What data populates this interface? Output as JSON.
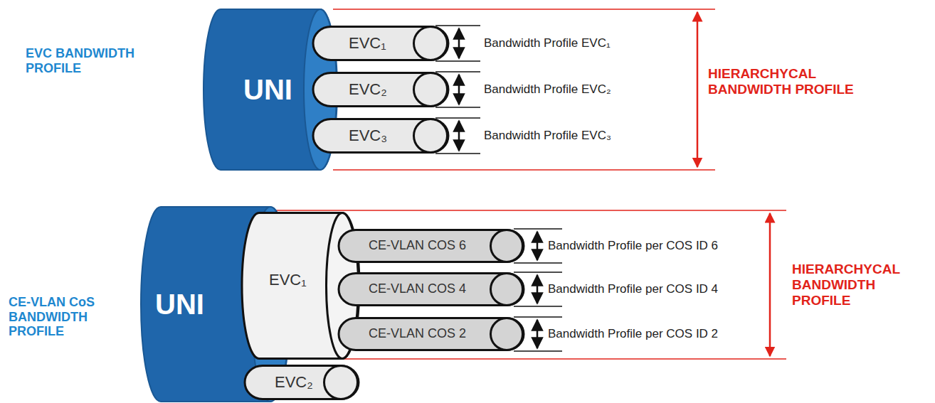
{
  "diagram": {
    "nodes": [
      {
        "text": [
          "UNI"
        ]
      },
      {
        "text": [
          "EVC₁"
        ]
      },
      {
        "text": [
          "EVC₂"
        ]
      },
      {
        "text": [
          "EVC₃"
        ]
      },
      {
        "text": [
          "UNI"
        ]
      },
      {
        "text": [
          "EVC₁"
        ]
      },
      {
        "text": [
          "CE-VLAN COS 6"
        ]
      },
      {
        "text": [
          "CE-VLAN COS 4"
        ]
      },
      {
        "text": [
          "CE-VLAN COS 2"
        ]
      },
      {
        "text": [
          "EVC₂"
        ]
      }
    ],
    "labels": [
      "EVC BANDWIDTH PROFILE",
      "Bandwidth Profile EVC₁",
      "Bandwidth Profile EVC₂",
      "Bandwidth Profile EVC₃",
      "HIERARCHYCAL BANDWIDTH PROFILE",
      "CE-VLAN CoS BANDWIDTH PROFILE",
      "Bandwidth Profile per COS ID 6",
      "Bandwidth Profile per COS ID 4",
      "Bandwidth Profile per COS ID 2",
      "HIERARCHYCAL BANDWIDTH PROFILE"
    ]
  }
}
